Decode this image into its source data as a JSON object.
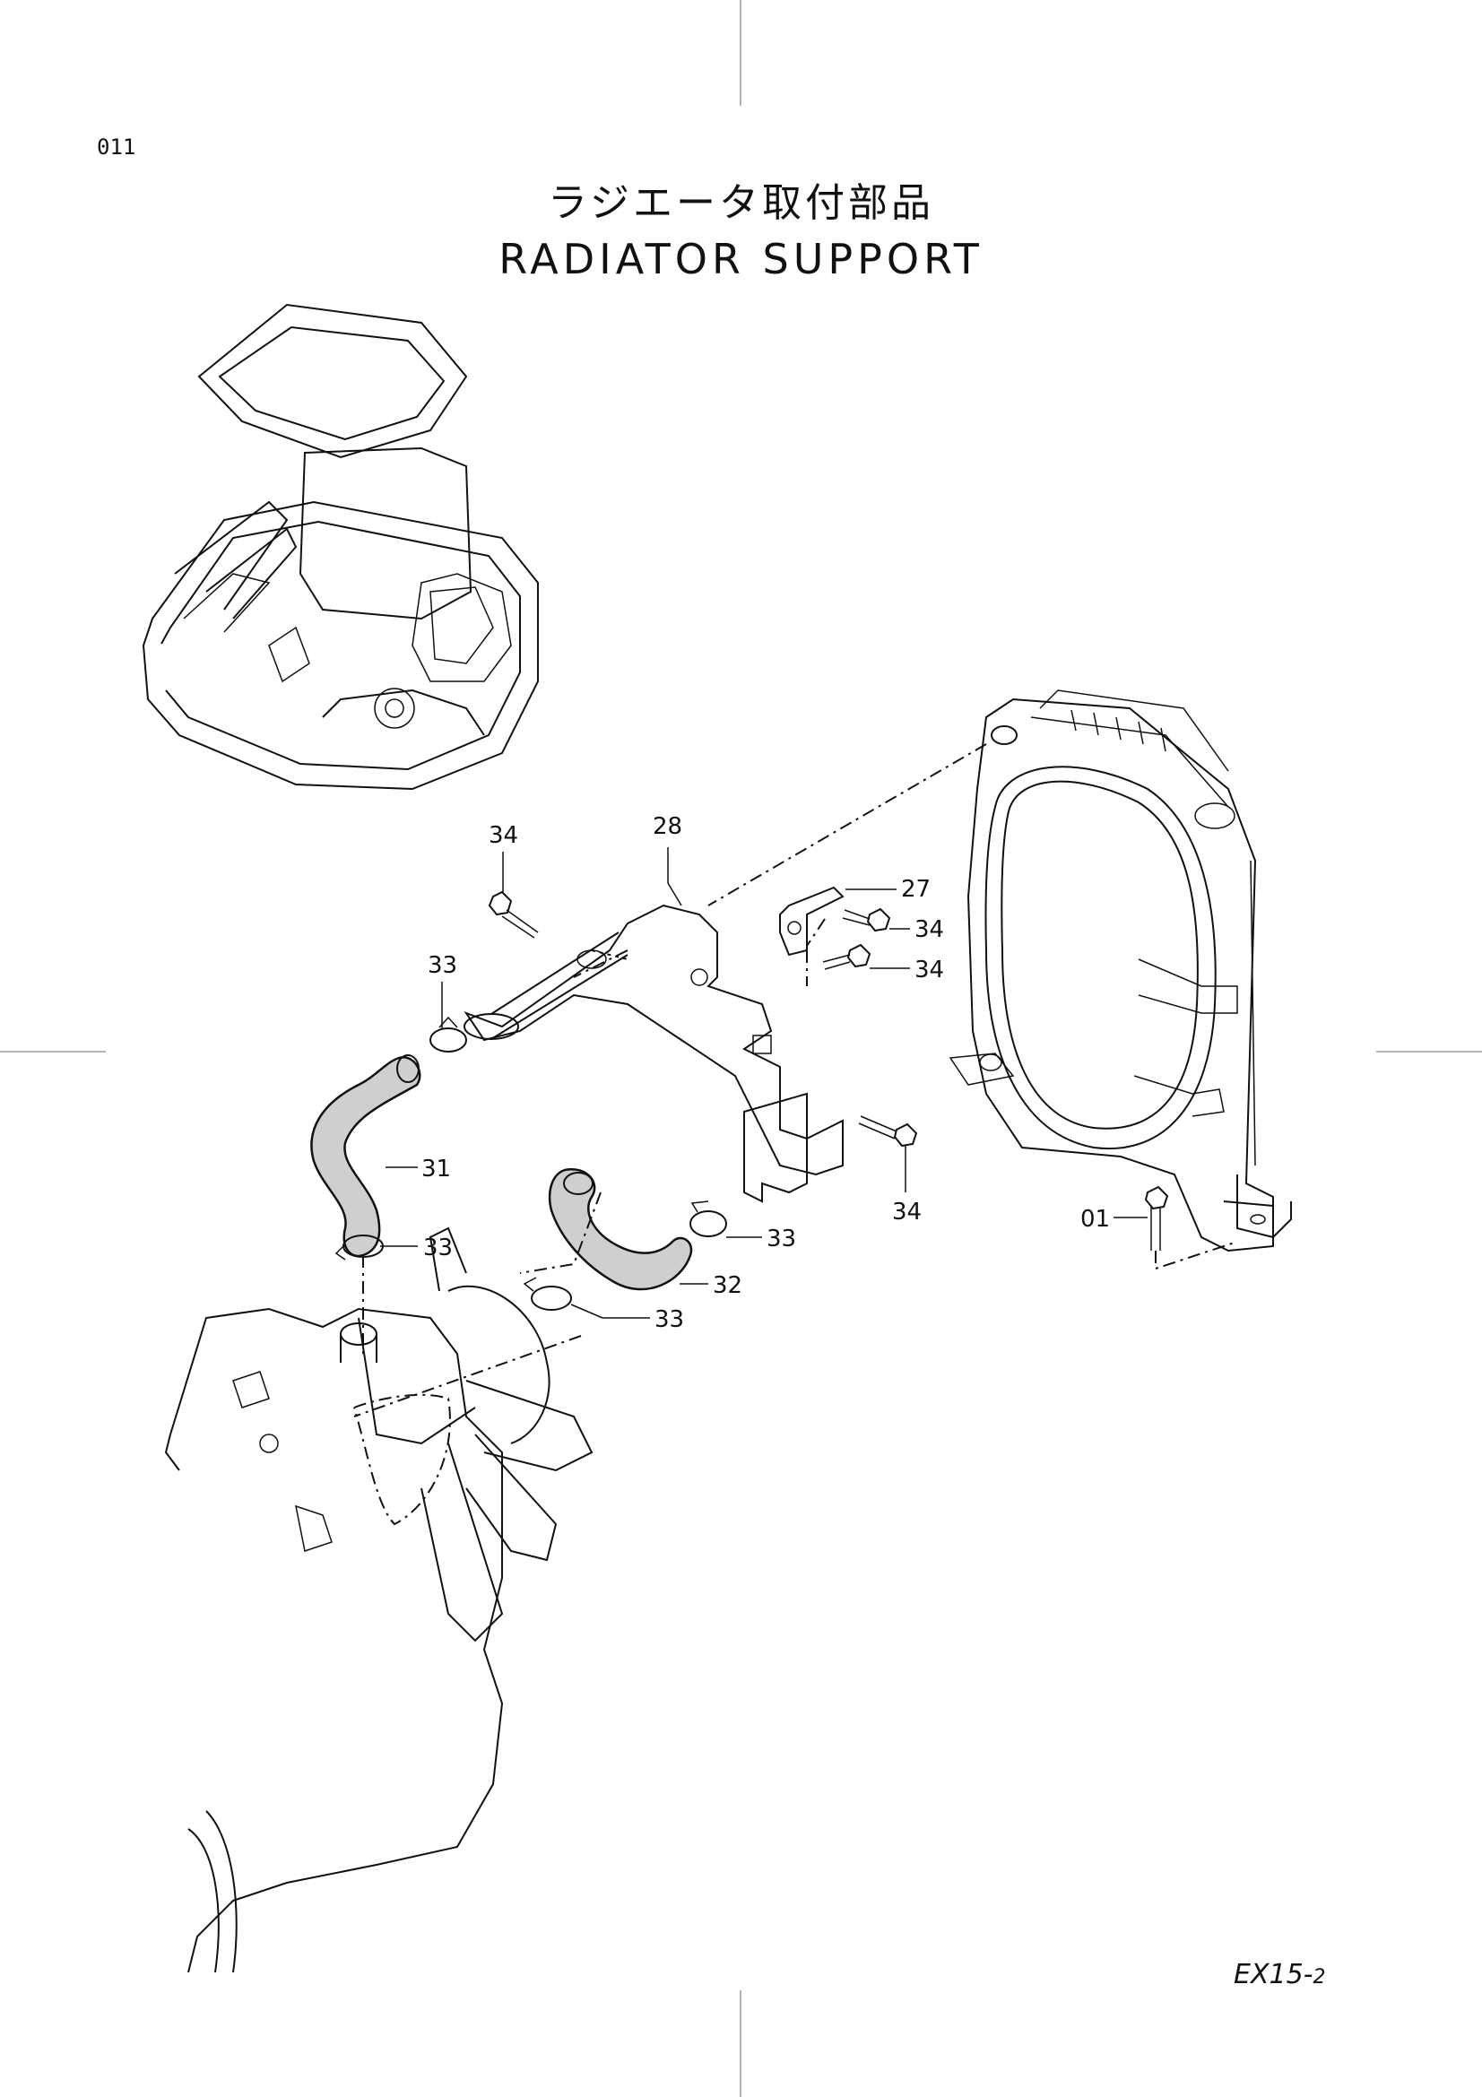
{
  "page_number": "011",
  "title": {
    "jp": "ラジエータ取付部品",
    "en": "RADIATOR SUPPORT"
  },
  "footer": {
    "model": "EX15-",
    "sub": "2"
  },
  "callouts": {
    "c28": "28",
    "c27": "27",
    "c34a": "34",
    "c34b": "34",
    "c34c": "34",
    "c34d": "34",
    "c33a": "33",
    "c33b": "33",
    "c33c": "33",
    "c33d": "33",
    "c31": "31",
    "c32": "32",
    "c01": "01"
  }
}
